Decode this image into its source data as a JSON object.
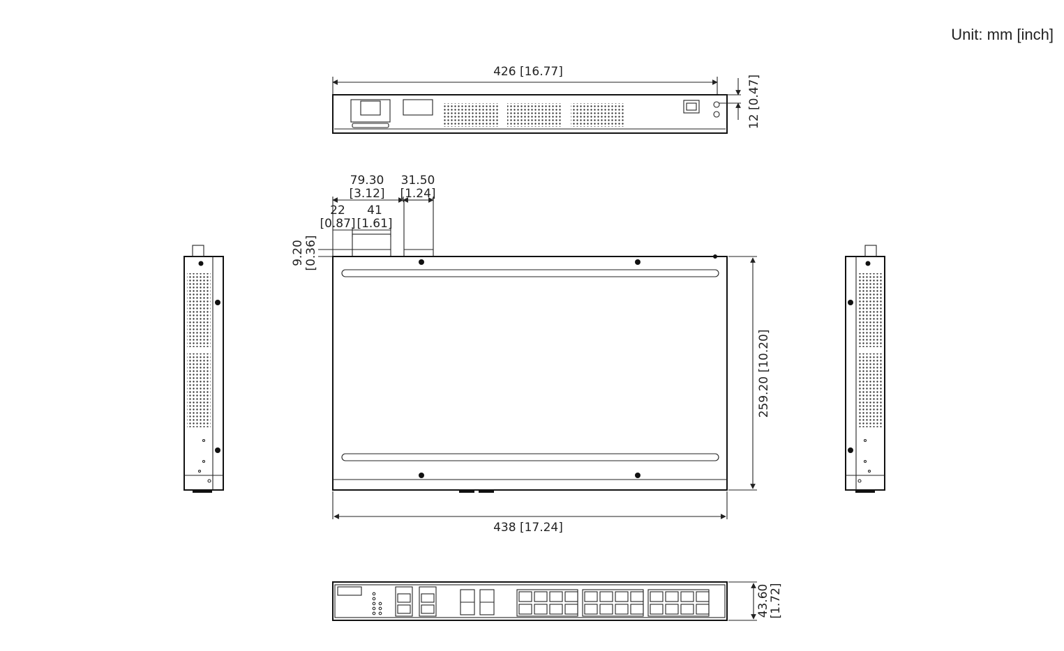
{
  "unit_label": "Unit: mm [inch]",
  "dimensions": {
    "top_width": "426 [16.77]",
    "top_height": "12 [0.47]",
    "dim_7930": "79.30",
    "dim_312": "[3.12]",
    "dim_3150": "31.50",
    "dim_124": "[1.24]",
    "dim_22": "22",
    "dim_087": "[0.87]",
    "dim_41": "41",
    "dim_161": "[1.61]",
    "dim_920": "9.20",
    "dim_036": "[0.36]",
    "depth": "259.20 [10.20]",
    "overall_width": "438 [17.24]",
    "front_h1": "43.60",
    "front_h2": "[1.72]"
  },
  "colors": {
    "line": "#111111",
    "text": "#222222",
    "background": "#ffffff"
  }
}
